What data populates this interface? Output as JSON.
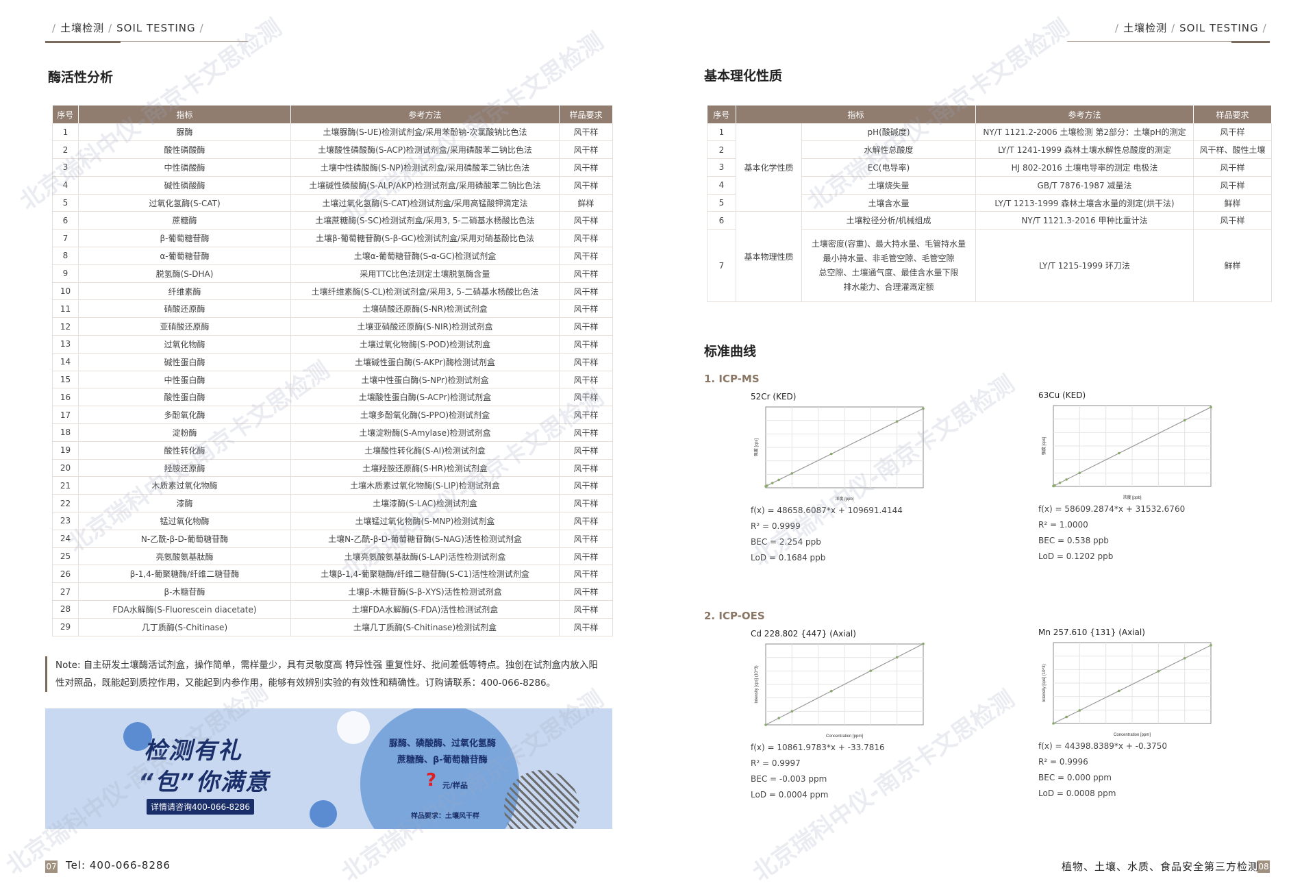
{
  "header": {
    "left": "土壤检测",
    "right": "土壤检测",
    "en": "SOIL TESTING"
  },
  "left": {
    "title": "酶活性分析",
    "table": {
      "headers": [
        "序号",
        "指标",
        "参考方法",
        "样品要求"
      ],
      "rows": [
        [
          "1",
          "脲酶",
          "土壤脲酶(S-UE)检测试剂盒/采用苯酚钠-次氯酸钠比色法",
          "风干样"
        ],
        [
          "2",
          "酸性磷酸酶",
          "土壤酸性磷酸酶(S-ACP)检测试剂盒/采用磷酸苯二钠比色法",
          "风干样"
        ],
        [
          "3",
          "中性磷酸酶",
          "土壤中性磷酸酶(S-NP)检测试剂盒/采用磷酸苯二钠比色法",
          "风干样"
        ],
        [
          "4",
          "碱性磷酸酶",
          "土壤碱性磷酸酶(S-ALP/AKP)检测试剂盒/采用磷酸苯二钠比色法",
          "风干样"
        ],
        [
          "5",
          "过氧化氢酶(S-CAT)",
          "土壤过氧化氢酶(S-CAT)检测试剂盒/采用高锰酸钾滴定法",
          "鲜样"
        ],
        [
          "6",
          "蔗糖酶",
          "土壤蔗糖酶(S-SC)检测试剂盒/采用3, 5-二硝基水杨酸比色法",
          "风干样"
        ],
        [
          "7",
          "β-葡萄糖苷酶",
          "土壤β-葡萄糖苷酶(S-β-GC)检测试剂盒/采用对硝基酚比色法",
          "风干样"
        ],
        [
          "8",
          "α-葡萄糖苷酶",
          "土壤α-葡萄糖苷酶(S-α-GC)检测试剂盒",
          "风干样"
        ],
        [
          "9",
          "脱氢酶(S-DHA)",
          "采用TTC比色法测定土壤脱氢酶含量",
          "风干样"
        ],
        [
          "10",
          "纤维素酶",
          "土壤纤维素酶(S-CL)检测试剂盒/采用3, 5-二硝基水杨酸比色法",
          "风干样"
        ],
        [
          "11",
          "硝酸还原酶",
          "土壤硝酸还原酶(S-NR)检测试剂盒",
          "风干样"
        ],
        [
          "12",
          "亚硝酸还原酶",
          "土壤亚硝酸还原酶(S-NIR)检测试剂盒",
          "风干样"
        ],
        [
          "13",
          "过氧化物酶",
          "土壤过氧化物酶(S-POD)检测试剂盒",
          "风干样"
        ],
        [
          "14",
          "碱性蛋白酶",
          "土壤碱性蛋白酶(S-AKPr)酶检测试剂盒",
          "风干样"
        ],
        [
          "15",
          "中性蛋白酶",
          "土壤中性蛋白酶(S-NPr)检测试剂盒",
          "风干样"
        ],
        [
          "16",
          "酸性蛋白酶",
          "土壤酸性蛋白酶(S-ACPr)检测试剂盒",
          "风干样"
        ],
        [
          "17",
          "多酚氧化酶",
          "土壤多酚氧化酶(S-PPO)检测试剂盒",
          "风干样"
        ],
        [
          "18",
          "淀粉酶",
          "土壤淀粉酶(S-Amylase)检测试剂盒",
          "风干样"
        ],
        [
          "19",
          "酸性转化酶",
          "土壤酸性转化酶(S-AI)检测试剂盒",
          "风干样"
        ],
        [
          "20",
          "羟胺还原酶",
          "土壤羟胺还原酶(S-HR)检测试剂盒",
          "风干样"
        ],
        [
          "21",
          "木质素过氧化物酶",
          "土壤木质素过氧化物酶(S-LIP)检测试剂盒",
          "风干样"
        ],
        [
          "22",
          "漆酶",
          "土壤漆酶(S-LAC)检测试剂盒",
          "风干样"
        ],
        [
          "23",
          "锰过氧化物酶",
          "土壤锰过氧化物酶(S-MNP)检测试剂盒",
          "风干样"
        ],
        [
          "24",
          "N-乙酰-β-D-葡萄糖苷酶",
          "土壤N-乙酰-β-D-葡萄糖苷酶(S-NAG)活性检测试剂盒",
          "风干样"
        ],
        [
          "25",
          "亮氨酸氨基肽酶",
          "土壤亮氨酸氨基肽酶(S-LAP)活性检测试剂盒",
          "风干样"
        ],
        [
          "26",
          "β-1,4-葡聚糖酶/纤维二糖苷酶",
          "土壤β-1,4-葡聚糖酶/纤维二糖苷酶(S-C1)活性检测试剂盒",
          "风干样"
        ],
        [
          "27",
          "β-木糖苷酶",
          "土壤β-木糖苷酶(S-β-XYS)活性检测试剂盒",
          "风干样"
        ],
        [
          "28",
          "FDA水解酶(S-Fluorescein diacetate)",
          "土壤FDA水解酶(S-FDA)活性检测试剂盒",
          "风干样"
        ],
        [
          "29",
          "几丁质酶(S-Chitinase)",
          "土壤几丁质酶(S-Chitinase)检测试剂盒",
          "风干样"
        ]
      ]
    },
    "note": "Note: 自主研发土壤酶活试剂盒，操作简单，需样量少，具有灵敏度高 特异性强 重复性好、批间差低等特点。独创在试剂盒内放入阳性对照品，既能起到质控作用，又能起到内参作用，能够有效辨别实验的有效性和精确性。订购请联系：400-066-8286。",
    "banner": {
      "line1": "检测有礼",
      "line2": "“包”你满意",
      "contact": "详情请咨询400-066-8286",
      "enzymes1": "脲酶、磷酸酶、过氧化氢酶",
      "enzymes2": "蔗糖酶、β-葡萄糖苷酶",
      "price_mark": "?",
      "price_unit": "元/样品",
      "sample_req": "样品要求：土壤风干样"
    },
    "footer_num": "07",
    "footer_text": "Tel: 400-066-8286"
  },
  "right": {
    "title": "基本理化性质",
    "table": {
      "headers": [
        "序号",
        "指标",
        "参考方法",
        "样品要求"
      ],
      "group1": "基本化学性质",
      "group2": "基本物理性质",
      "rows": [
        [
          "1",
          "pH(酸碱度)",
          "NY/T 1121.2-2006 土壤检测 第2部分：土壤pH的测定",
          "风干样"
        ],
        [
          "2",
          "水解性总酸度",
          "LY/T 1241-1999 森林土壤水解性总酸度的测定",
          "风干样、酸性土壤"
        ],
        [
          "3",
          "EC(电导率)",
          "HJ 802-2016 土壤电导率的测定 电极法",
          "风干样"
        ],
        [
          "4",
          "土壤烧失量",
          "GB/T 7876-1987 减量法",
          "风干样"
        ],
        [
          "5",
          "土壤含水量",
          "LY/T 1213-1999 森林土壤含水量的测定(烘干法)",
          "鲜样"
        ],
        [
          "6",
          "土壤粒径分析/机械组成",
          "NY/T 1121.3-2016 甲种比重计法",
          "风干样"
        ],
        [
          "7",
          "土壤密度(容重)、最大持水量、毛管持水量|最小持水量、非毛管空隙、毛管空隙|总空隙、土壤通气度、最佳含水量下限|排水能力、合理灌溉定额",
          "LY/T 1215-1999 环刀法",
          "鲜样"
        ]
      ]
    },
    "curves_title": "标准曲线",
    "icpms_title": "1. ICP-MS",
    "icpoes_title": "2. ICP-OES",
    "footer_text": "植物、土壤、水质、食品安全第三方检测",
    "footer_num": "08"
  },
  "chart_data": [
    {
      "type": "scatter",
      "title": "52Cr (KED)",
      "x": [
        0,
        1,
        5,
        10,
        20,
        50,
        100,
        120
      ],
      "y": [
        109691,
        158350,
        352982,
        596272,
        1082855,
        2543110,
        4976432,
        5949598
      ],
      "xlim": [
        0,
        120
      ],
      "xlabel": "浓度 [ppb]",
      "ylabel": "强度 [cps]",
      "equation": "f(x) = 48658.6087*x + 109691.4144",
      "r2": "R² = 0.9999",
      "bec": "BEC = 2.254 ppb",
      "lod": "LoD = 0.1684 ppb"
    },
    {
      "type": "scatter",
      "title": "63Cu (KED)",
      "x": [
        0,
        1,
        5,
        10,
        20,
        50,
        100,
        120
      ],
      "y": [
        31533,
        90142,
        324579,
        617624,
        1203714,
        2961970,
        5892461,
        7064657
      ],
      "xlim": [
        0,
        120
      ],
      "xlabel": "浓度 [ppb]",
      "ylabel": "强度 [cps]",
      "equation": "f(x) = 58609.2874*x + 31532.6760",
      "r2": "R² = 1.0000",
      "bec": "BEC = 0.538 ppb",
      "lod": "LoD = 0.1202 ppb"
    },
    {
      "type": "scatter",
      "title": "Cd 228.802 {447} (Axial)",
      "x": [
        0,
        1,
        2,
        5,
        8,
        10,
        12
      ],
      "y": [
        0,
        10.8,
        21.7,
        54.3,
        86.9,
        108.6,
        130.3
      ],
      "xlim": [
        0,
        12
      ],
      "ylim": [
        0,
        130
      ],
      "xlabel": "Concentration [ppm]",
      "ylabel": "Intensity [cps] (10^3)",
      "equation": "f(x) = 10861.9783*x + -33.7816",
      "r2": "R² = 0.9997",
      "bec": "BEC = -0.003 ppm",
      "lod": "LoD = 0.0004 ppm"
    },
    {
      "type": "scatter",
      "title": "Mn 257.610 {131} (Axial)",
      "x": [
        0,
        1,
        2,
        5,
        8,
        10,
        12
      ],
      "y": [
        0,
        44.4,
        88.8,
        222,
        355,
        444,
        532
      ],
      "xlim": [
        0,
        12
      ],
      "ylim": [
        0,
        550
      ],
      "xlabel": "Concentration [ppm]",
      "ylabel": "Intensity [cps] (10^3)",
      "equation": "f(x) = 44398.8389*x + -0.3750",
      "r2": "R² = 0.9996",
      "bec": "BEC = 0.000 ppm",
      "lod": "LoD = 0.0008 ppm"
    }
  ],
  "watermark": "北京瑞科中仪-南京卡文思检测"
}
